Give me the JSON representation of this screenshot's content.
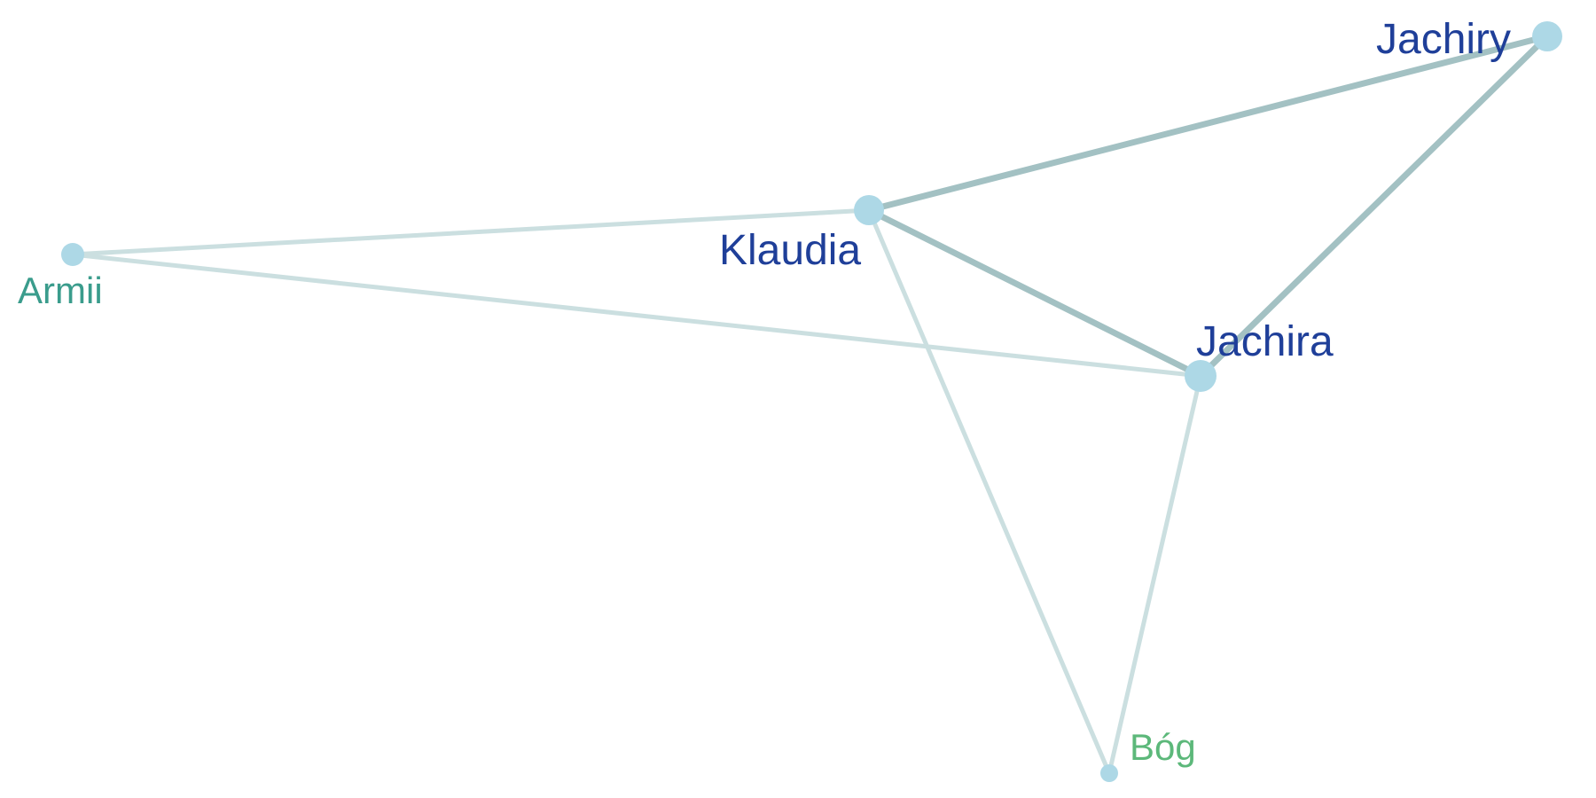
{
  "colors": {
    "background": "#ffffff",
    "node_fill": "#add8e6",
    "edge_strong": "#a3c1c3",
    "edge_weak": "#cbdfe0",
    "label_primary": "#1f3f99",
    "label_teal": "#3a9c8c",
    "label_green": "#5cb87a"
  },
  "nodes": [
    {
      "id": "jachiry",
      "label": "Jachiry",
      "weight": "large",
      "label_color": "label_primary"
    },
    {
      "id": "klaudia",
      "label": "Klaudia",
      "weight": "large",
      "label_color": "label_primary"
    },
    {
      "id": "jachira",
      "label": "Jachira",
      "weight": "large",
      "label_color": "label_primary"
    },
    {
      "id": "armii",
      "label": "Armii",
      "weight": "medium",
      "label_color": "label_teal"
    },
    {
      "id": "bog",
      "label": "Bóg",
      "weight": "small",
      "label_color": "label_green"
    }
  ],
  "edges": [
    {
      "source": "klaudia",
      "target": "jachiry",
      "strength": "strong"
    },
    {
      "source": "jachira",
      "target": "jachiry",
      "strength": "strong"
    },
    {
      "source": "klaudia",
      "target": "jachira",
      "strength": "strong"
    },
    {
      "source": "armii",
      "target": "klaudia",
      "strength": "weak"
    },
    {
      "source": "armii",
      "target": "jachira",
      "strength": "weak"
    },
    {
      "source": "klaudia",
      "target": "bog",
      "strength": "weak"
    },
    {
      "source": "jachira",
      "target": "bog",
      "strength": "weak"
    }
  ]
}
